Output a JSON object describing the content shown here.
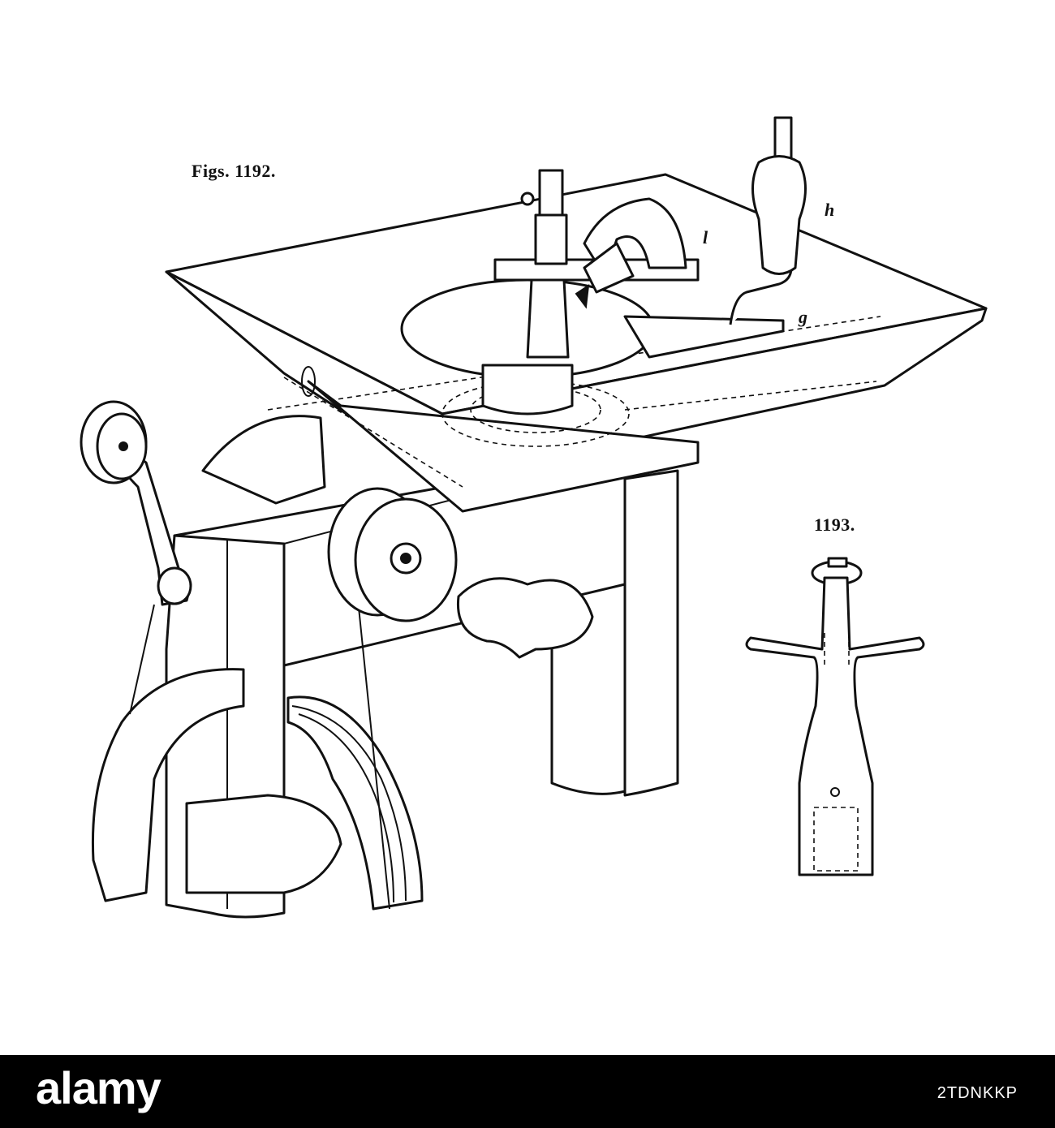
{
  "figure": {
    "caption_1192": "Figs. 1192.",
    "caption_1193": "1193.",
    "part_labels": {
      "l": "l",
      "h": "h",
      "g": "g"
    }
  },
  "watermark": {
    "logo": "alamy",
    "image_id": "2TDNKKP"
  }
}
